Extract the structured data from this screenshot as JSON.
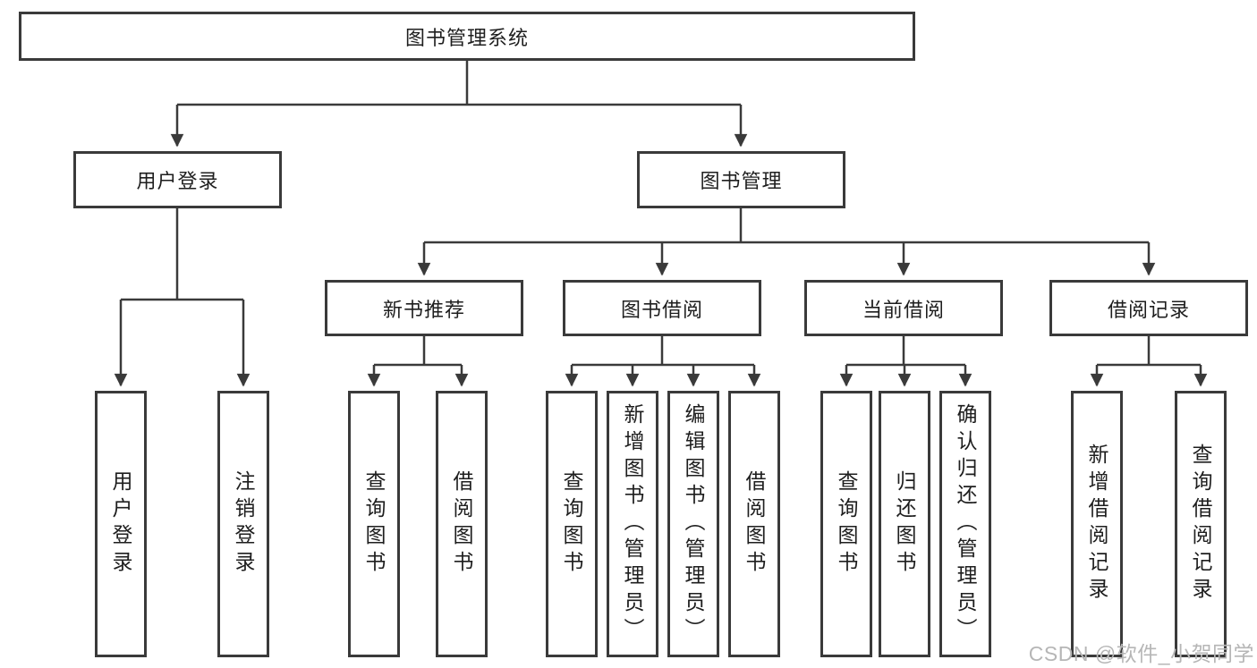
{
  "diagram": {
    "root": {
      "label": "图书管理系统"
    },
    "level2": {
      "user_login": {
        "label": "用户登录"
      },
      "book_manage": {
        "label": "图书管理"
      }
    },
    "level3": {
      "new_books": {
        "label": "新书推荐"
      },
      "book_borrow": {
        "label": "图书借阅"
      },
      "current_borrow": {
        "label": "当前借阅"
      },
      "borrow_records": {
        "label": "借阅记录"
      }
    },
    "leaves": {
      "user_login": [
        "用户登录",
        "注销登录"
      ],
      "new_books": [
        "查询图书",
        "借阅图书"
      ],
      "book_borrow": [
        "查询图书",
        "新增图书（管理员）",
        "编辑图书（管理员）",
        "借阅图书"
      ],
      "current_borrow": [
        "查询图书",
        "归还图书",
        "确认归还（管理员）"
      ],
      "borrow_records": [
        "新增借阅记录",
        "查询借阅记录"
      ]
    }
  },
  "watermark": "CSDN @软件_小贺同学",
  "colors": {
    "line": "#3a3a3a",
    "text": "#1e1e1e",
    "watermark": "#b6b6b6",
    "background": "#ffffff"
  }
}
